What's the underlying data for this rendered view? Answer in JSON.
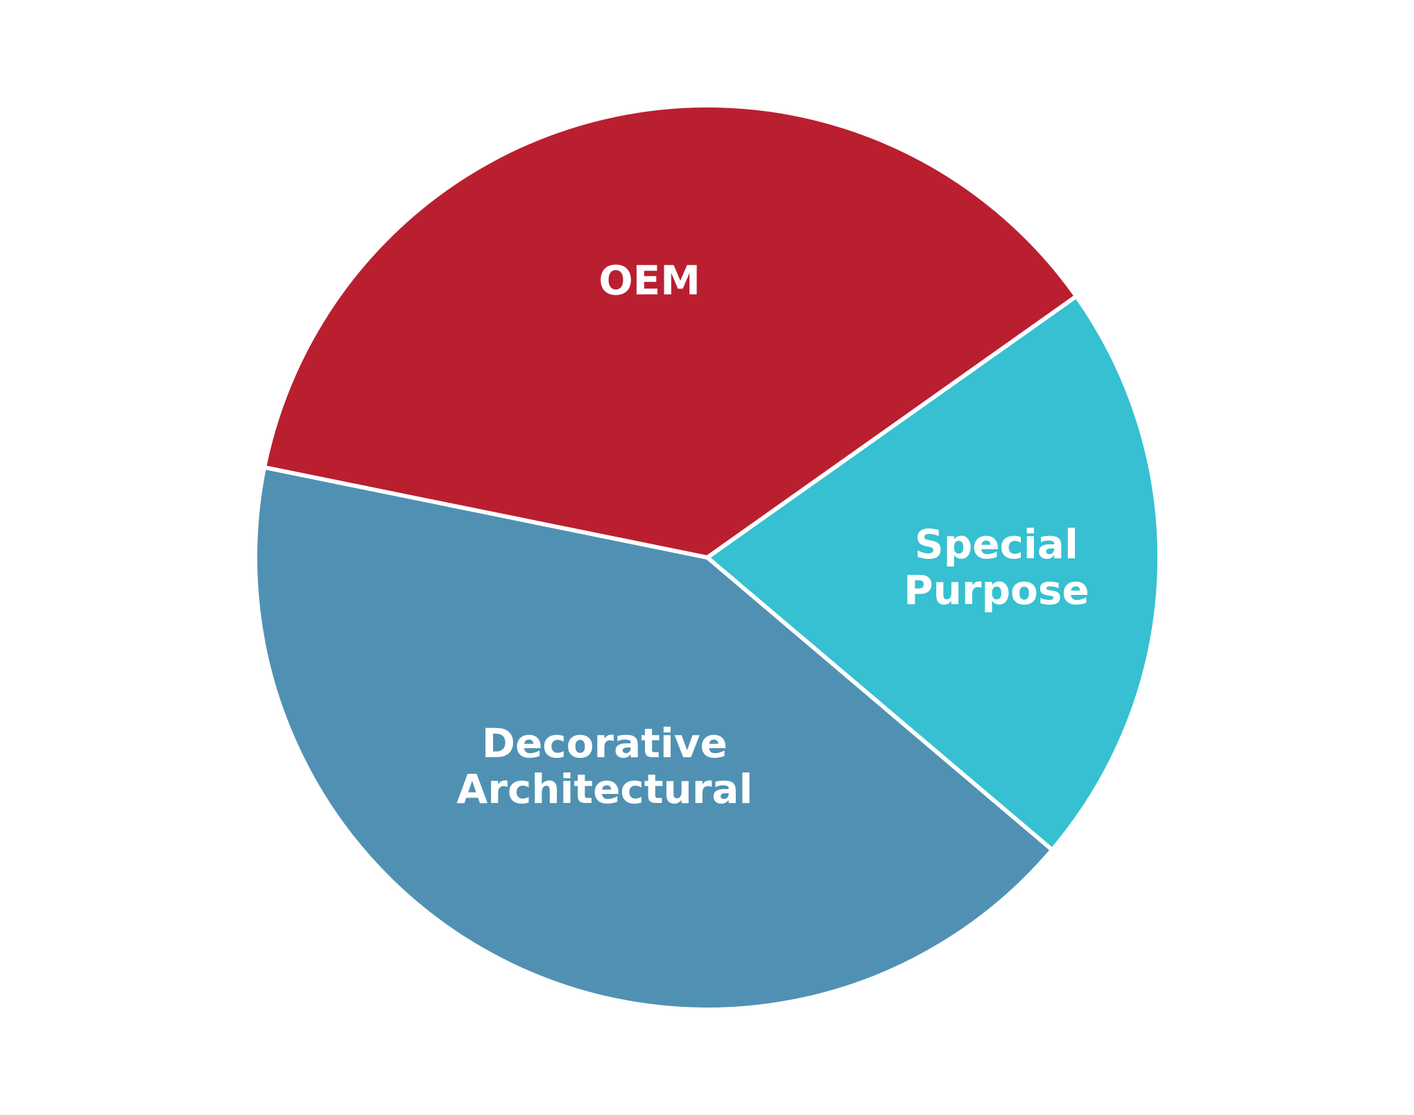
{
  "chart_data": {
    "type": "pie",
    "title": "",
    "categories": [
      "OEM",
      "Special Purpose",
      "Decorative Architectural"
    ],
    "values": [
      37,
      21,
      42
    ],
    "colors": [
      "#BA1F2F",
      "#36C0D1",
      "#5091B3"
    ],
    "labels": [
      [
        "OEM"
      ],
      [
        "Special",
        "Purpose"
      ],
      [
        "Decorative",
        "Architectural"
      ]
    ],
    "start_angle_deg": 191.5,
    "direction": "clockwise",
    "legend": "none",
    "label_placement": "inside"
  }
}
